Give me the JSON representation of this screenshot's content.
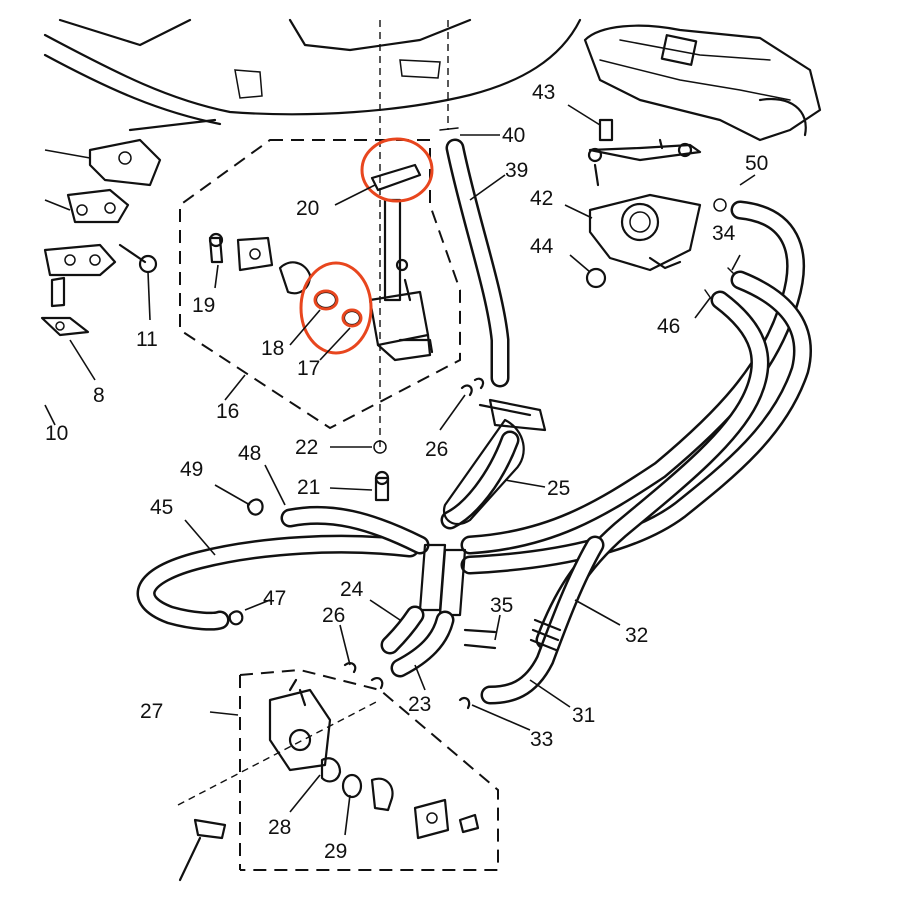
{
  "diagram": {
    "highlight_color": "#e8461e",
    "callouts": [
      {
        "id": "40",
        "text": "40"
      },
      {
        "id": "39",
        "text": "39"
      },
      {
        "id": "43",
        "text": "43"
      },
      {
        "id": "50",
        "text": "50"
      },
      {
        "id": "42",
        "text": "42"
      },
      {
        "id": "34",
        "text": "34"
      },
      {
        "id": "44",
        "text": "44"
      },
      {
        "id": "46",
        "text": "46"
      },
      {
        "id": "20",
        "text": "20"
      },
      {
        "id": "19",
        "text": "19"
      },
      {
        "id": "18",
        "text": "18"
      },
      {
        "id": "17",
        "text": "17"
      },
      {
        "id": "16",
        "text": "16"
      },
      {
        "id": "11",
        "text": "11"
      },
      {
        "id": "8",
        "text": "8"
      },
      {
        "id": "10",
        "text": "10"
      },
      {
        "id": "22",
        "text": "22"
      },
      {
        "id": "26a",
        "text": "26"
      },
      {
        "id": "21",
        "text": "21"
      },
      {
        "id": "25",
        "text": "25"
      },
      {
        "id": "49",
        "text": "49"
      },
      {
        "id": "48",
        "text": "48"
      },
      {
        "id": "45",
        "text": "45"
      },
      {
        "id": "47",
        "text": "47"
      },
      {
        "id": "24",
        "text": "24"
      },
      {
        "id": "26b",
        "text": "26"
      },
      {
        "id": "35",
        "text": "35"
      },
      {
        "id": "32",
        "text": "32"
      },
      {
        "id": "27",
        "text": "27"
      },
      {
        "id": "23",
        "text": "23"
      },
      {
        "id": "31",
        "text": "31"
      },
      {
        "id": "33",
        "text": "33"
      },
      {
        "id": "28",
        "text": "28"
      },
      {
        "id": "29",
        "text": "29"
      }
    ]
  }
}
